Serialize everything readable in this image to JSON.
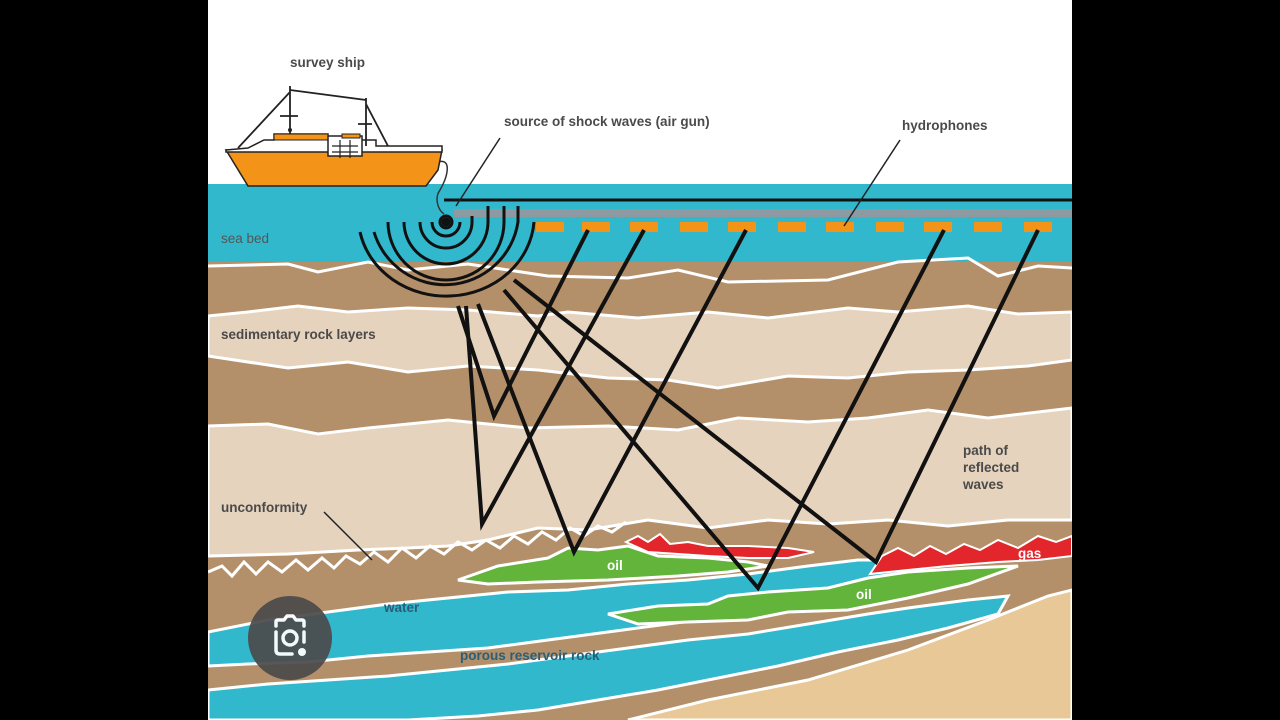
{
  "diagram": {
    "labels": {
      "survey_ship": "survey ship",
      "source": "source of shock waves (air gun)",
      "hydrophones": "hydrophones",
      "sea_bed": "sea bed",
      "sedimentary": "sedimentary rock layers",
      "path_line1": "path of",
      "path_line2": "reflected",
      "path_line3": "waves",
      "unconformity": "unconformity",
      "water": "water",
      "porous": "porous reservoir rock",
      "oil_left": "oil",
      "oil_right": "oil",
      "gas": "gas"
    },
    "colors": {
      "sea": "#32b8cd",
      "rock_dark": "#b4906a",
      "rock_light": "#e6d3bd",
      "sand": "#e8c896",
      "oil": "#62b43a",
      "gas": "#e3262c",
      "hydrophone": "#f39318",
      "ship_hull": "#f39318"
    },
    "overlay_icon": "google-lens-icon"
  }
}
